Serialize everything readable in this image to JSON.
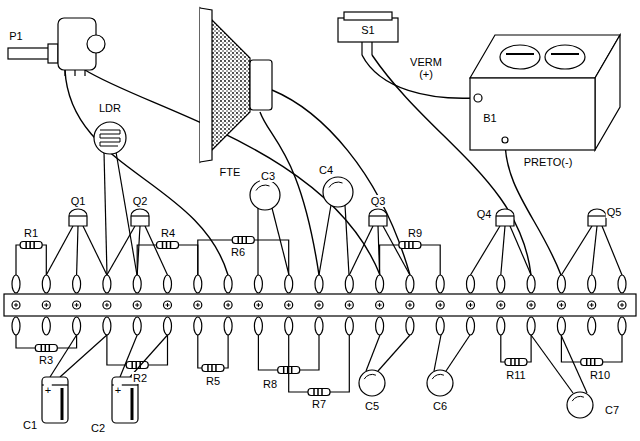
{
  "diagram": {
    "labels": [
      "P1",
      "FTE",
      "S1",
      "VERM (+)",
      "B1",
      "PRETO(-)",
      "LDR",
      "Q1",
      "Q2",
      "C3",
      "C4",
      "Q3",
      "R1",
      "R4",
      "R6",
      "R9",
      "Q4",
      "Q5",
      "R3",
      "C1",
      "C2",
      "R2",
      "R5",
      "R8",
      "R7",
      "C5",
      "C6",
      "R11",
      "R10",
      "C7",
      "+",
      "+"
    ]
  }
}
